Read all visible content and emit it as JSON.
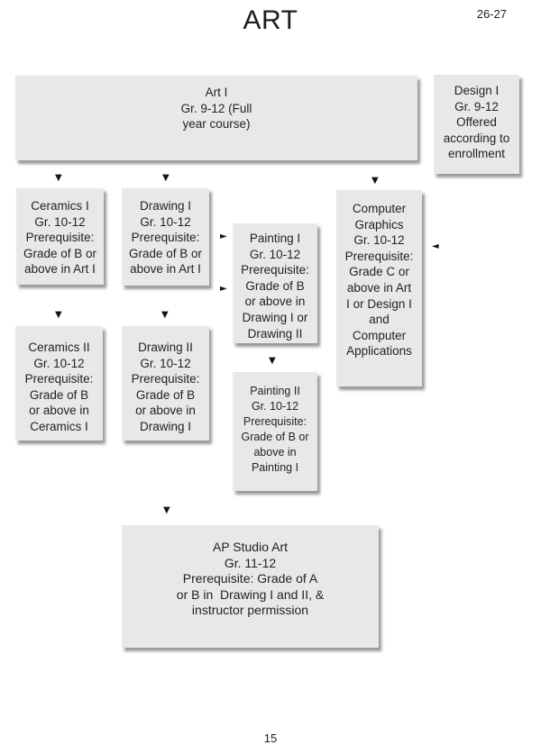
{
  "page": {
    "title": "ART",
    "year_label": "26-27",
    "page_number": "15"
  },
  "colors": {
    "background": "#ffffff",
    "box_fill": "#e8e8e8",
    "box_shadow": "#464646",
    "text": "#231f20"
  },
  "icons": {
    "arrow_down": "▼",
    "arrow_right": "►",
    "arrow_left": "◄"
  },
  "courses": {
    "art1": {
      "name": "Art I",
      "text": "Art I\nGr. 9-12 (Full\nyear course)"
    },
    "design1": {
      "name": "Design I",
      "text": "Design I\nGr. 9-12\nOffered\naccording to\nenrollment"
    },
    "ceramics1": {
      "name": "Ceramics I",
      "text": "Ceramics I\nGr. 10-12\nPrerequisite:\nGrade of B or\nabove in Art I"
    },
    "drawing1": {
      "name": "Drawing I",
      "text": "Drawing I\nGr. 10-12\nPrerequisite:\nGrade of B or\nabove in Art I"
    },
    "painting1": {
      "name": "Painting I",
      "text": "Painting I\nGr. 10-12\nPrerequisite:\nGrade of B\nor above in\nDrawing I or\nDrawing II"
    },
    "computer_graphics": {
      "name": "Computer Graphics",
      "text": "Computer\nGraphics\nGr. 10-12\nPrerequisite:\nGrade C or\nabove in Art\nI or Design I\nand\nComputer\nApplications"
    },
    "ceramics2": {
      "name": "Ceramics II",
      "text": "Ceramics II\nGr. 10-12\nPrerequisite:\nGrade of B\nor above in\nCeramics I"
    },
    "drawing2": {
      "name": "Drawing II",
      "text": "Drawing II\nGr. 10-12\nPrerequisite:\nGrade of B\nor above in\nDrawing I"
    },
    "painting2": {
      "name": "Painting II",
      "text": "Painting II\nGr. 10-12\nPrerequisite:\nGrade of B or\nabove in\nPainting I"
    },
    "ap_studio_art": {
      "name": "AP Studio Art",
      "text": "AP Studio Art\nGr. 11-12\nPrerequisite: Grade of A\nor B in  Drawing I and II, &\ninstructor permission"
    }
  }
}
